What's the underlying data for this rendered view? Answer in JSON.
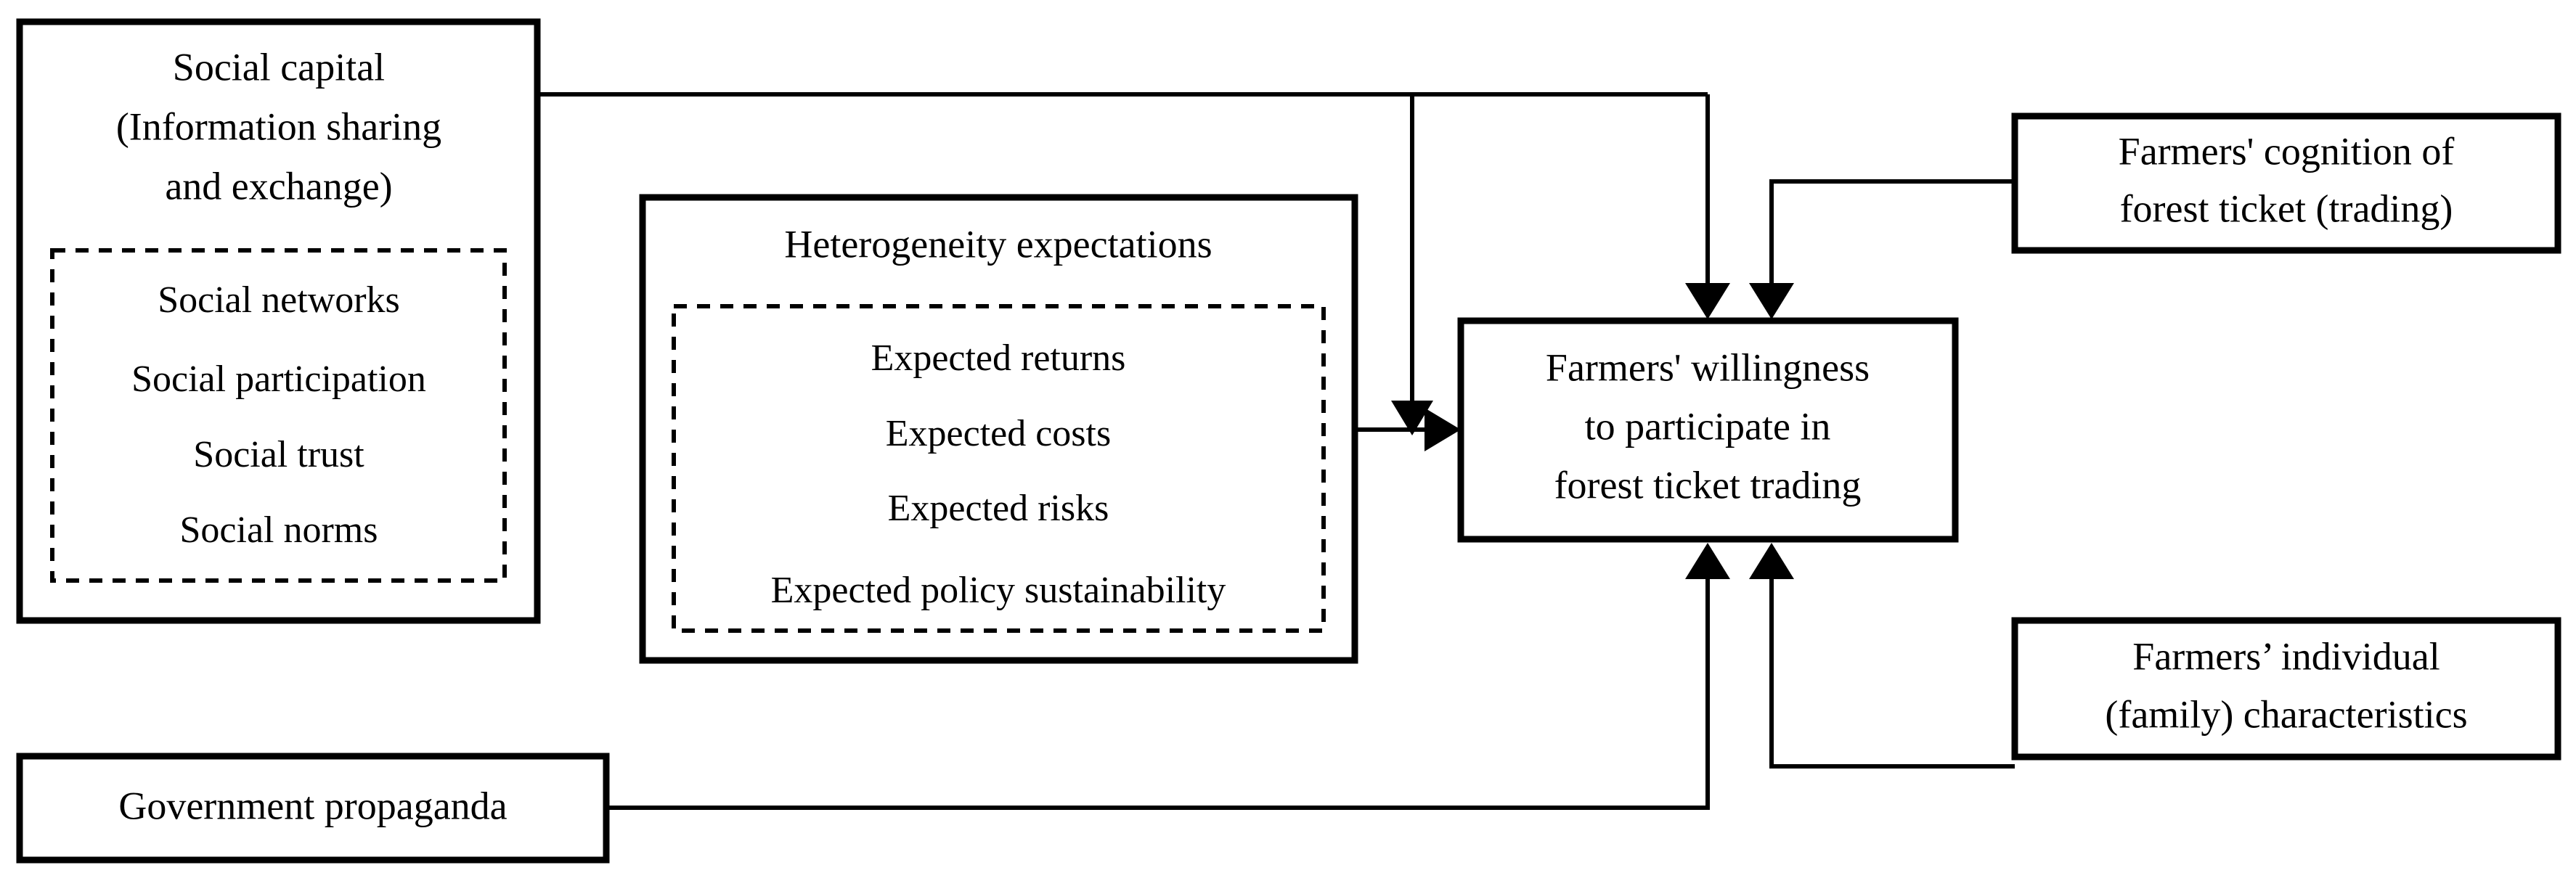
{
  "diagram": {
    "type": "conceptual-framework-flowchart",
    "background_color": "#ffffff",
    "line_color": "#000000",
    "text_color": "#000000",
    "nodes": {
      "social_capital": {
        "title_lines": [
          "Social capital",
          "(Information sharing",
          "and exchange)"
        ],
        "items": [
          "Social networks",
          "Social participation",
          "Social trust",
          "Social norms"
        ],
        "border": "solid",
        "inner_border": "dashed"
      },
      "heterogeneity": {
        "title_lines": [
          "Heterogeneity expectations"
        ],
        "items": [
          "Expected returns",
          "Expected costs",
          "Expected risks",
          "Expected policy sustainability"
        ],
        "border": "solid",
        "inner_border": "dashed"
      },
      "willingness": {
        "title_lines": [
          "Farmers' willingness",
          "to participate in",
          "forest ticket trading"
        ],
        "border": "solid"
      },
      "cognition": {
        "title_lines": [
          "Farmers' cognition of",
          "forest ticket (trading)"
        ],
        "border": "solid"
      },
      "individual": {
        "title_lines": [
          "Farmers’ individual",
          "(family) characteristics"
        ],
        "border": "solid"
      },
      "government": {
        "title_lines": [
          "Government propaganda"
        ],
        "border": "solid"
      }
    },
    "edges": [
      {
        "id": "social-capital-to-willingness-top",
        "from": "social_capital",
        "to": "willingness",
        "arrow": "down"
      },
      {
        "id": "social-capital-to-expectations-link",
        "from": "social_capital",
        "to": "heterogeneity",
        "arrow": "down"
      },
      {
        "id": "heterogeneity-to-willingness",
        "from": "heterogeneity",
        "to": "willingness",
        "arrow": "right"
      },
      {
        "id": "cognition-to-willingness",
        "from": "cognition",
        "to": "willingness",
        "arrow": "down"
      },
      {
        "id": "individual-to-willingness",
        "from": "individual",
        "to": "willingness",
        "arrow": "up"
      },
      {
        "id": "government-to-willingness",
        "from": "government",
        "to": "willingness",
        "arrow": "up"
      }
    ]
  }
}
